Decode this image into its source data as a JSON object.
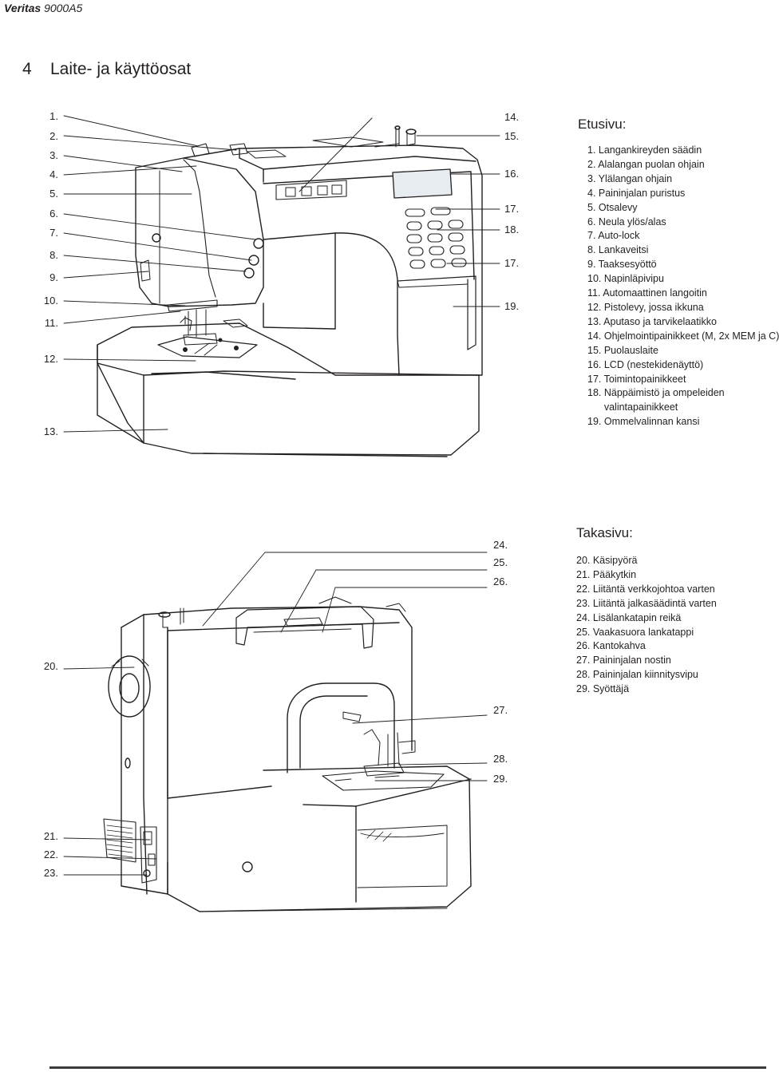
{
  "header": {
    "brand": "Veritas",
    "model": "9000A5"
  },
  "page": {
    "number": "4",
    "title": "Laite- ja käyttöosat"
  },
  "front": {
    "heading": "Etusivu:",
    "labels_left": [
      "1.",
      "2.",
      "3.",
      "4.",
      "5.",
      "6.",
      "7.",
      "8.",
      "9.",
      "10.",
      "11.",
      "12.",
      "13."
    ],
    "labels_right": [
      "14.",
      "15.",
      "16.",
      "17.",
      "18.",
      "17.",
      "19."
    ],
    "legend": [
      "1. Langankireyden säädin",
      "2. Alalangan puolan ohjain",
      "3. Ylälangan ohjain",
      "4. Paininjalan puristus",
      "5. Otsalevy",
      "6. Neula ylös/alas",
      "7. Auto-lock",
      "8. Lankaveitsi",
      "9. Taaksesyöttö",
      "10. Napinläpivipu",
      "11. Automaattinen langoitin",
      "12. Pistolevy, jossa ikkuna",
      "13. Aputaso ja tarvikelaatikko",
      "14. Ohjelmointipainikkeet (M, 2x MEM ja C)",
      "15. Puolauslaite",
      "16. LCD (nestekidenäyttö)",
      "17. Toimintopainikkeet",
      "18. Näppäimistö ja ompeleiden",
      "      valintapainikkeet",
      "19. Ommelvalinnan kansi"
    ]
  },
  "back": {
    "heading": "Takasivu:",
    "labels": [
      "24.",
      "25.",
      "26.",
      "27.",
      "28.",
      "29.",
      "20.",
      "21.",
      "22.",
      "23."
    ],
    "legend": [
      "20. Käsipyörä",
      "21. Pääkytkin",
      "22. Liitäntä verkkojohtoa varten",
      "23. Liitäntä jalkasäädintä varten",
      "24. Lisälankatapin reikä",
      "25. Vaakasuora lankatappi",
      "26. Kantokahva",
      "27. Paininjalan nostin",
      "28. Paininjalan kiinnitysvipu",
      "29. Syöttäjä"
    ]
  }
}
